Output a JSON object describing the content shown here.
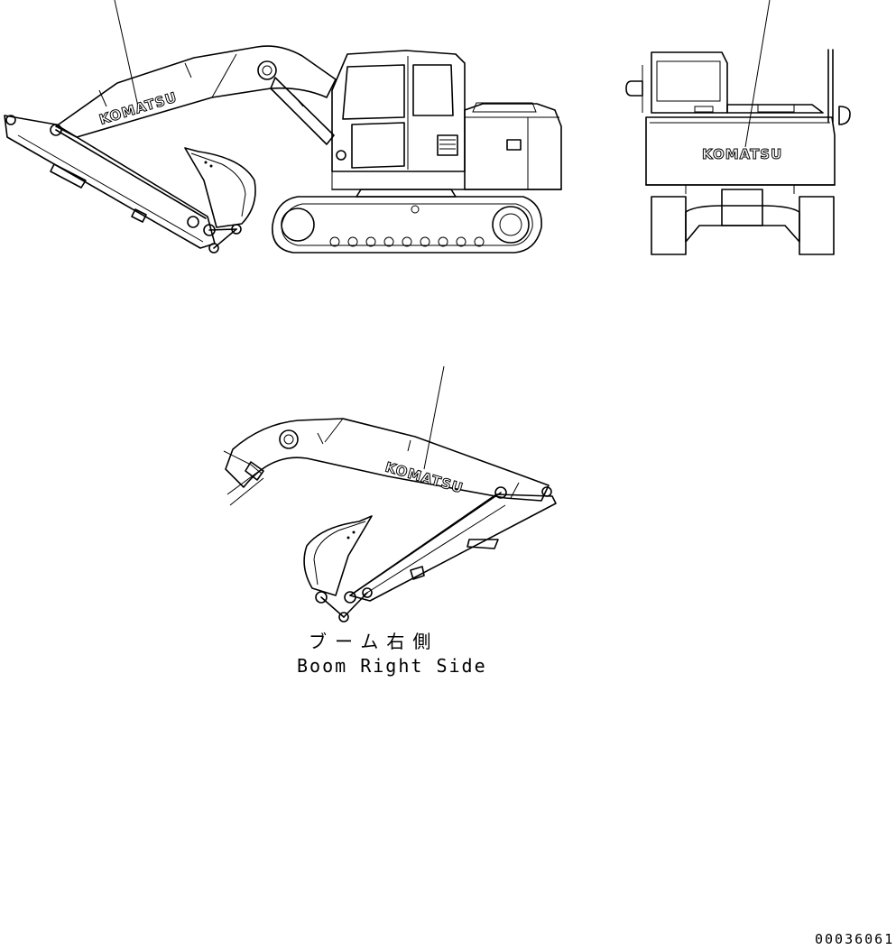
{
  "brand": {
    "side_view": "KOMATSU",
    "rear_view": "KOMATSU",
    "boom_detail": "KOMATSU"
  },
  "caption": {
    "japanese": "ブーム右側",
    "english": "Boom Right Side"
  },
  "drawing_code": "00036061",
  "colors": {
    "line": "#000000",
    "background": "#ffffff"
  }
}
